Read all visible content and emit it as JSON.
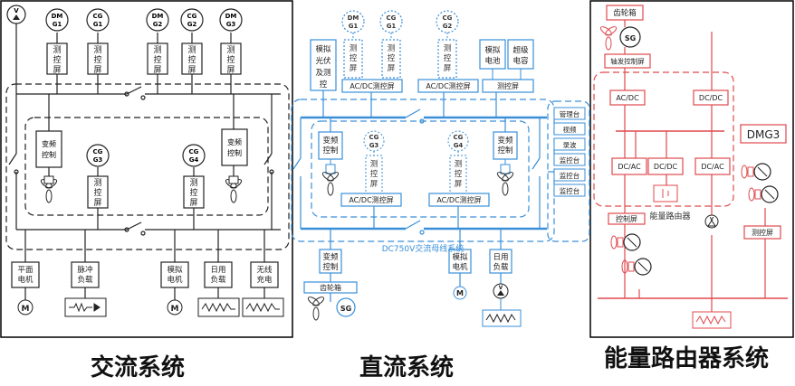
{
  "ac": {
    "caption": "交流系统",
    "gens_top": [
      {
        "l1": "V",
        "l2": ""
      },
      {
        "l1": "DM",
        "l2": "G1"
      },
      {
        "l1": "CG",
        "l2": "G1"
      },
      {
        "l1": "DM",
        "l2": "G2"
      },
      {
        "l1": "CG",
        "l2": "G2"
      },
      {
        "l1": "DM",
        "l2": "G3"
      }
    ],
    "ctrl": "测控屏",
    "vfd": "变频控制",
    "cg3": {
      "l1": "CG",
      "l2": "G3"
    },
    "cg4": {
      "l1": "CG",
      "l2": "G4"
    },
    "loads": [
      "平面电机",
      "脉冲负载",
      "模拟电机",
      "日用负载",
      "无线充电"
    ],
    "motor": "M"
  },
  "dc": {
    "caption": "直流系统",
    "gens_top": [
      {
        "l1": "DM",
        "l2": "G1"
      },
      {
        "l1": "CG",
        "l2": "G1"
      },
      {
        "l1": "CG",
        "l2": "G2"
      }
    ],
    "pv": "模拟光伏及测控",
    "ctrl": "测控屏",
    "acdc": "AC/DC测控屏",
    "battery": "模拟电池",
    "supercap": "超级电容",
    "right_panel": [
      "管理台",
      "视频",
      "录波",
      "监控台",
      "监控台",
      "监控台"
    ],
    "vfd": "变频控制",
    "cg3": {
      "l1": "CG",
      "l2": "G3"
    },
    "cg4": {
      "l1": "CG",
      "l2": "G4"
    },
    "bus_label": "DC750V交流母线系统",
    "loads": [
      "变频控制",
      "模拟电机",
      "日用负载"
    ],
    "gearbox": "齿轮箱",
    "sg": "SG",
    "motor": "M",
    "v": "V"
  },
  "er": {
    "caption": "能量路由器系统",
    "gearbox": "齿轮箱",
    "sg": "SG",
    "shaft_ctrl": "轴发控制屏",
    "acdc": "AC/DC",
    "dcdc": "DC/DC",
    "dcac": "DC/AC",
    "ctrl": "控制屏",
    "router": "能量路由器",
    "dmg3": "DMG3",
    "ctrl2": "测控屏",
    "v": "V"
  }
}
